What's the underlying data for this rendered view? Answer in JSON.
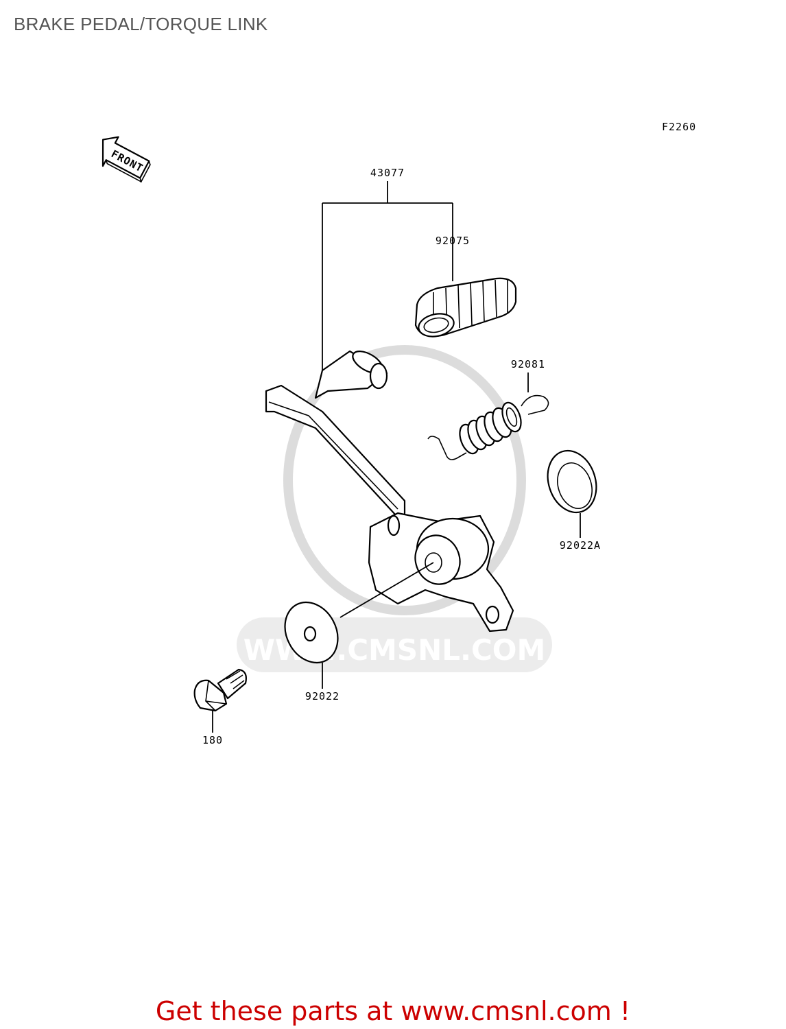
{
  "title": "BRAKE PEDAL/TORQUE LINK",
  "figure_code": "F2260",
  "front_label": "FRONT",
  "watermark": "WWW.CMSNL.COM",
  "parts": {
    "assembly": "43077",
    "pedal_rubber": "92075",
    "spring": "92081",
    "washer_right": "92022A",
    "washer_left": "92022",
    "bolt": "180"
  },
  "footer": "Get these parts at www.cmsnl.com !"
}
